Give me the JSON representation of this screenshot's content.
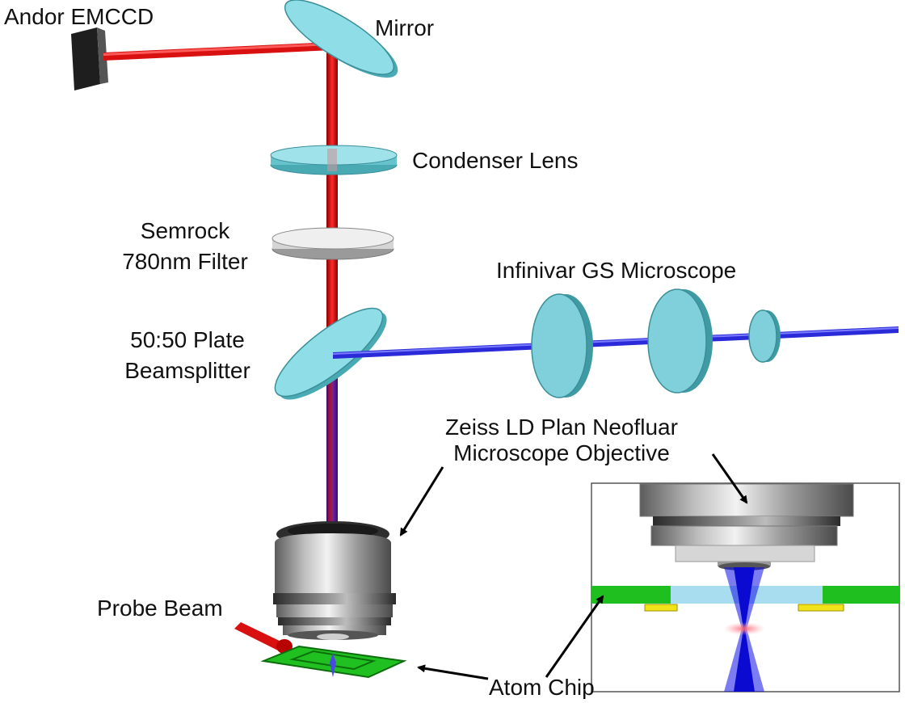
{
  "labels": {
    "camera": "Andor EMCCD",
    "mirror": "Mirror",
    "condenser_lens": "Condenser Lens",
    "filter_line1": "Semrock",
    "filter_line2": "780nm Filter",
    "beamsplitter_line1": "50:50 Plate",
    "beamsplitter_line2": "Beamsplitter",
    "infinivar": "Infinivar GS Microscope",
    "objective_line1": "Zeiss LD Plan Neofluar",
    "objective_line2": "Microscope Objective",
    "probe_beam": "Probe Beam",
    "atom_chip": "Atom Chip"
  },
  "colors": {
    "red_beam": "#e01010",
    "blue_beam": "#2828e0",
    "lens_fill": "#7fd0da",
    "lens_edge": "#3a8f99",
    "chip_green": "#1fbf1f",
    "chip_gold": "#f2e21a",
    "glass": "#a8dcef",
    "metal": "#a9a9a9"
  }
}
